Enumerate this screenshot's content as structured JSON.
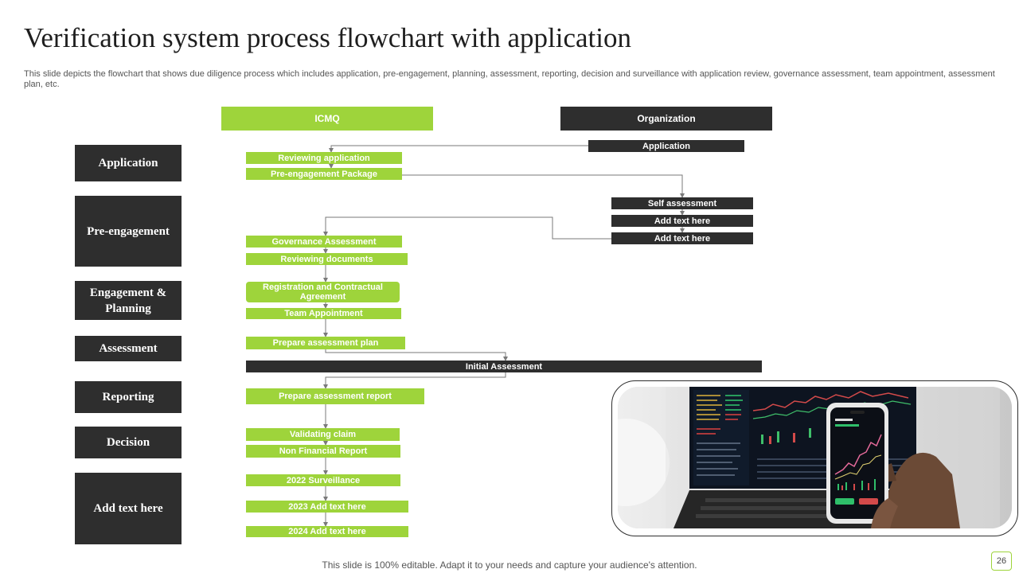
{
  "title": "Verification system process flowchart with application",
  "subtitle": "This slide depicts the flowchart that shows due diligence process which includes application, pre-engagement, planning, assessment, reporting, decision and surveillance with application review, governance assessment, team appointment, assessment plan, etc.",
  "stages": [
    "Application",
    "Pre-engagement",
    "Engagement & Planning",
    "Assessment",
    "Reporting",
    "Decision",
    "Add text here"
  ],
  "columns": {
    "left": "ICMQ",
    "right": "Organization"
  },
  "steps": {
    "org_application": "Application",
    "reviewing_application": "Reviewing application",
    "pre_engagement_package": "Pre-engagement Package",
    "self_assessment": "Self assessment",
    "org_text_1": "Add text here",
    "org_text_2": "Add text here",
    "governance_assessment": "Governance Assessment",
    "reviewing_documents": "Reviewing documents",
    "registration_agreement": "Registration and Contractual Agreement",
    "team_appointment": "Team Appointment",
    "prepare_plan": "Prepare assessment plan",
    "initial_assessment": "Initial Assessment",
    "prepare_report": "Prepare assessment report",
    "validating_claim": "Validating claim",
    "non_financial_report": "Non Financial Report",
    "surveillance_2022": "2022 Surveillance",
    "text_2023": "2023 Add text here",
    "text_2024": "2024 Add text here"
  },
  "colors": {
    "accent": "#9ed43b",
    "dark": "#2e2e2e"
  },
  "footer": "This slide is 100% editable. Adapt it to your needs and capture your audience's attention.",
  "page_number": "26"
}
